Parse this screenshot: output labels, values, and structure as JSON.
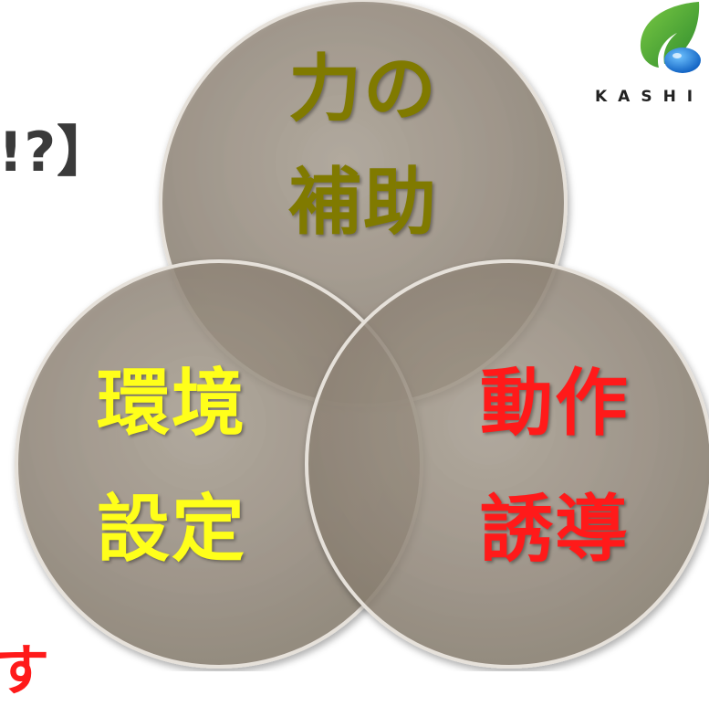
{
  "heading_fragment": "!?】",
  "bottom_fragment": "す",
  "logo": {
    "text": "KASHI"
  },
  "colors": {
    "circle_fill": "#9a8f80",
    "label_top": "#807a00",
    "label_left": "#ffff1a",
    "label_right": "#ff1a1a",
    "logo_leaf": "#4caf3a",
    "logo_drop": "#1a6fd0"
  },
  "venn": {
    "top": {
      "line1": "力の",
      "line2": "補助"
    },
    "left": {
      "line1": "環境",
      "line2": "設定"
    },
    "right": {
      "line1": "動作",
      "line2": "誘導"
    }
  }
}
